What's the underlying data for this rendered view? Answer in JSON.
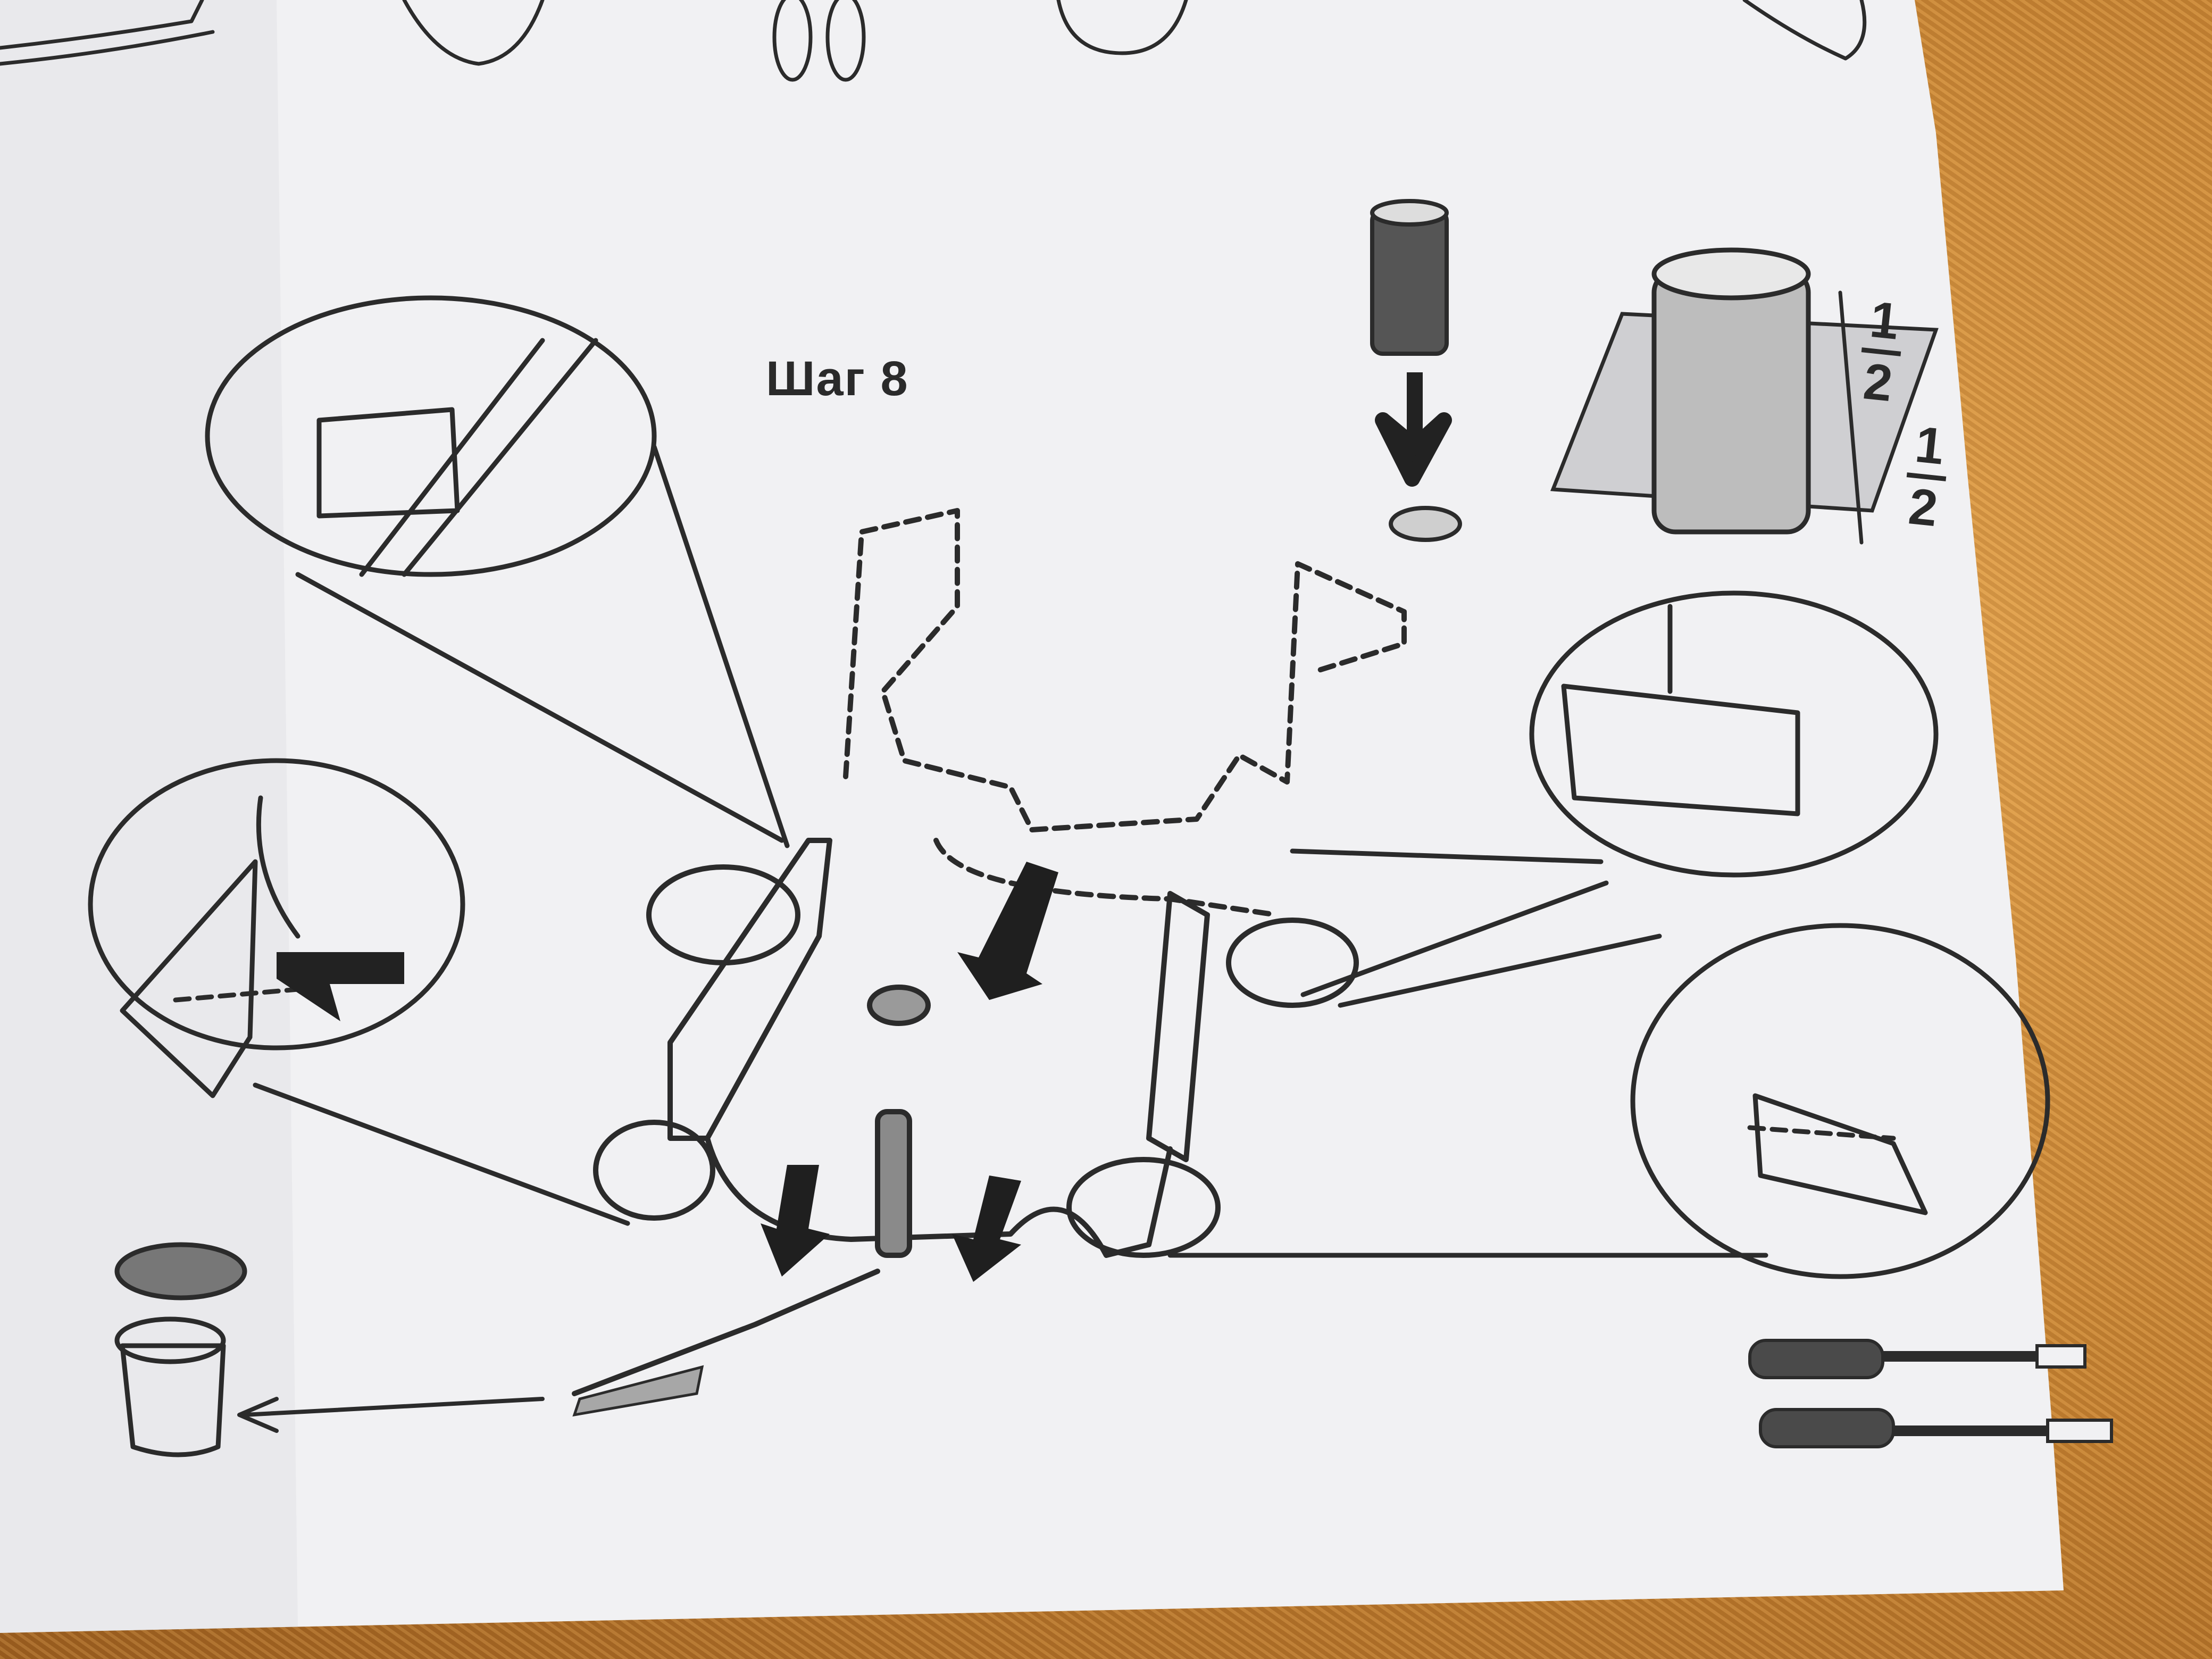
{
  "instruction_sheet": {
    "step_label": "Шаг 8",
    "fraction_upper": {
      "numerator": "1",
      "denominator": "2"
    },
    "fraction_lower": {
      "numerator": "1",
      "denominator": "2"
    }
  },
  "colors": {
    "paper": "#f1f1f3",
    "ink": "#2b2b2b",
    "background_fabric": "#c98a3a"
  },
  "icons": [
    "screw-icon",
    "down-arrow-icon",
    "screwdriver-icon",
    "dowel-cap-icon"
  ]
}
